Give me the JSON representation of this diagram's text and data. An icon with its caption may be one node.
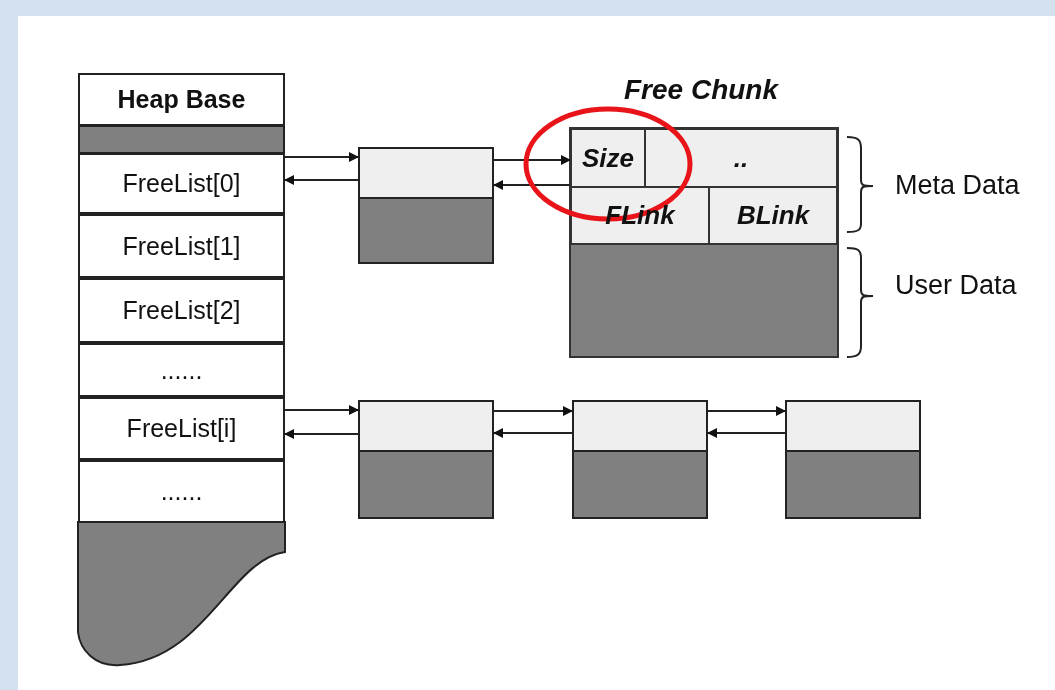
{
  "diagram": {
    "nodes": [
      {
        "text": [
          "Heap Base"
        ]
      },
      {
        "text": [],
        "shape": "bar"
      },
      {
        "text": [
          "FreeList[0]"
        ]
      },
      {
        "text": [
          "FreeList[1]"
        ]
      },
      {
        "text": [
          "FreeList[2]"
        ]
      },
      {
        "text": [
          "......"
        ]
      },
      {
        "text": [
          "FreeList[i]"
        ]
      },
      {
        "text": [
          "......"
        ]
      },
      {
        "text": [],
        "shape": "box"
      },
      {
        "text": [
          "Free Chunk"
        ]
      },
      {
        "text": [
          "Size"
        ],
        "in": 9
      },
      {
        "text": [
          ".."
        ],
        "in": 9
      },
      {
        "text": [
          "FLink"
        ],
        "in": 9
      },
      {
        "text": [
          "BLink"
        ],
        "in": 9
      },
      {
        "text": [],
        "shape": "box"
      },
      {
        "text": [],
        "shape": "box"
      },
      {
        "text": [],
        "shape": "box"
      }
    ],
    "edges": [
      {
        "from": 2,
        "to": 8,
        "arrow": "to"
      },
      {
        "from": 8,
        "to": 2,
        "arrow": "to"
      },
      {
        "from": 8,
        "to": 10,
        "arrow": "to"
      },
      {
        "from": 9,
        "to": 8,
        "arrow": "to"
      },
      {
        "from": 6,
        "to": 14,
        "arrow": "to"
      },
      {
        "from": 14,
        "to": 6,
        "arrow": "to"
      },
      {
        "from": 14,
        "to": 15,
        "arrow": "to"
      },
      {
        "from": 15,
        "to": 14,
        "arrow": "to"
      },
      {
        "from": 15,
        "to": 16,
        "arrow": "to"
      },
      {
        "from": 16,
        "to": 15,
        "arrow": "to"
      }
    ],
    "labels": [
      "Meta Data",
      "User Data"
    ]
  }
}
